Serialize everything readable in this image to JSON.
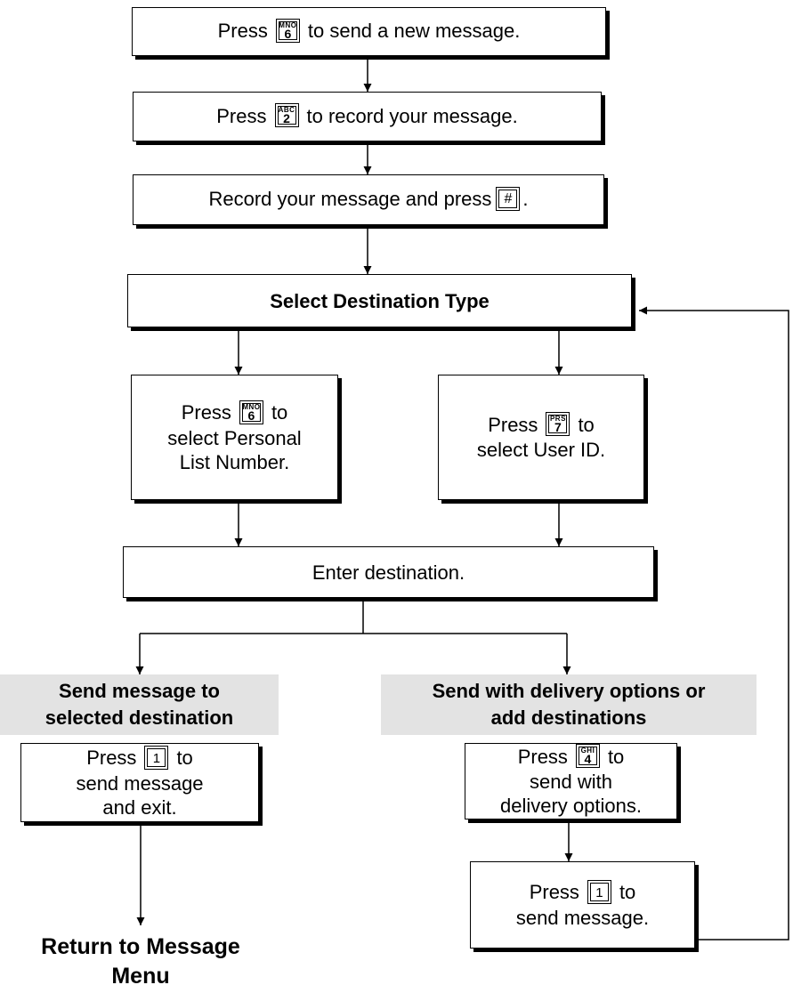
{
  "nodes": {
    "new_message": {
      "pre": "Press",
      "key": {
        "letters": "MNO",
        "digit": "6"
      },
      "post": "to send a new message."
    },
    "record": {
      "pre": "Press",
      "key": {
        "letters": "ABC",
        "digit": "2"
      },
      "post": "to record your message."
    },
    "record_and_press": {
      "pre": "Record your message and press",
      "key": {
        "face": "#"
      },
      "post": "."
    },
    "select_destination_type": {
      "text": "Select Destination Type"
    },
    "personal_list": {
      "pre": "Press",
      "key": {
        "letters": "MNO",
        "digit": "6"
      },
      "post": "to",
      "line2": "select Personal",
      "line3": "List Number."
    },
    "user_id": {
      "pre": "Press",
      "key": {
        "letters": "PRS",
        "digit": "7"
      },
      "post": "to",
      "line2": "select User ID."
    },
    "enter_destination": {
      "text": "Enter destination."
    },
    "send_selected_header": {
      "line1": "Send message to",
      "line2": "selected destination"
    },
    "send_options_header": {
      "line1": "Send with delivery options or",
      "line2": "add destinations"
    },
    "send_and_exit": {
      "pre": "Press",
      "key": {
        "face": "1"
      },
      "post": "to",
      "line2": "send message",
      "line3": "and exit."
    },
    "delivery_options": {
      "pre": "Press",
      "key": {
        "letters": "GHI",
        "digit": "4"
      },
      "post": "to",
      "line2": "send with",
      "line3": "delivery options."
    },
    "send_message": {
      "pre": "Press",
      "key": {
        "face": "1"
      },
      "post": "to",
      "line2": "send message."
    },
    "return_menu": {
      "line1": "Return to Message",
      "line2": "Menu"
    }
  },
  "colors": {
    "line": "#000000",
    "header_band": "#e3e3e3",
    "box_fill": "#ffffff"
  }
}
